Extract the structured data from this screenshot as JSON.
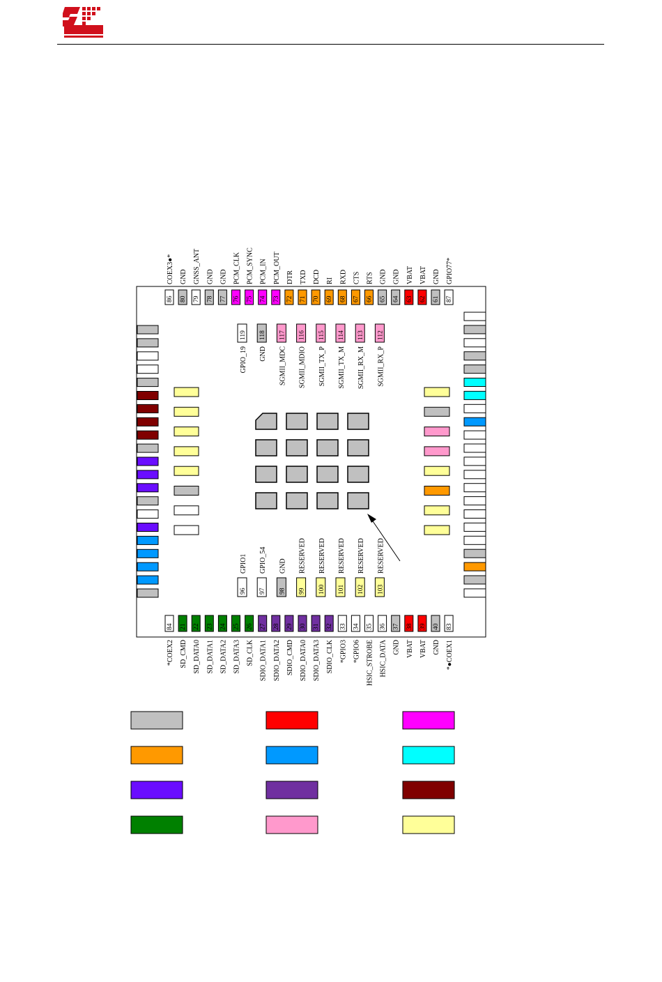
{
  "colors": {
    "gray": "#c0c0c0",
    "orange": "#ff9900",
    "violet": "#6a0dff",
    "green": "#008000",
    "red": "#ff0000",
    "blue": "#0099ff",
    "purple": "#7030a0",
    "pink": "#ff99cc",
    "magenta": "#ff00ff",
    "cyan": "#00ffff",
    "maroon": "#800000",
    "yellow": "#ffff99",
    "white": "#ffffff"
  },
  "top_pins": [
    {
      "num": "86",
      "name": "COEX3●*",
      "color": "white",
      "big": true
    },
    {
      "num": "80",
      "name": "GND",
      "color": "gray"
    },
    {
      "num": "79",
      "name": "GNSS_ANT",
      "color": "white"
    },
    {
      "num": "78",
      "name": "GND",
      "color": "gray"
    },
    {
      "num": "77",
      "name": "GND",
      "color": "gray"
    },
    {
      "num": "76",
      "name": "PCM_CLK",
      "color": "magenta"
    },
    {
      "num": "75",
      "name": "PCM_SYNC",
      "color": "magenta"
    },
    {
      "num": "74",
      "name": "PCM_IN",
      "color": "magenta"
    },
    {
      "num": "73",
      "name": "PCM_OUT",
      "color": "magenta"
    },
    {
      "num": "72",
      "name": "DTR",
      "color": "orange"
    },
    {
      "num": "71",
      "name": "TXD",
      "color": "orange"
    },
    {
      "num": "70",
      "name": "DCD",
      "color": "orange"
    },
    {
      "num": "69",
      "name": "RI",
      "color": "orange"
    },
    {
      "num": "68",
      "name": "RXD",
      "color": "orange"
    },
    {
      "num": "67",
      "name": "CTS",
      "color": "orange"
    },
    {
      "num": "66",
      "name": "RTS",
      "color": "orange"
    },
    {
      "num": "65",
      "name": "GND",
      "color": "gray"
    },
    {
      "num": "64",
      "name": "GND",
      "color": "gray"
    },
    {
      "num": "63",
      "name": "VBAT",
      "color": "red"
    },
    {
      "num": "62",
      "name": "VBAT",
      "color": "red"
    },
    {
      "num": "61",
      "name": "GND",
      "color": "gray"
    },
    {
      "num": "87",
      "name": "GPIO77*",
      "color": "white"
    }
  ],
  "bottom_pins": [
    {
      "num": "84",
      "name": "*COEX2",
      "color": "white"
    },
    {
      "num": "21",
      "name": "SD_CMD",
      "color": "green"
    },
    {
      "num": "22",
      "name": "SD_DATA0",
      "color": "green"
    },
    {
      "num": "23",
      "name": "SD_DATA1",
      "color": "green"
    },
    {
      "num": "24",
      "name": "SD_DATA2",
      "color": "green"
    },
    {
      "num": "25",
      "name": "SD_DATA3",
      "color": "green"
    },
    {
      "num": "26",
      "name": "SD_CLK",
      "color": "green"
    },
    {
      "num": "27",
      "name": "SDIO_DATA1",
      "color": "purple"
    },
    {
      "num": "28",
      "name": "SDIO_DATA2",
      "color": "purple"
    },
    {
      "num": "29",
      "name": "SDIO_CMD",
      "color": "purple"
    },
    {
      "num": "30",
      "name": "SDIO_DATA0",
      "color": "purple"
    },
    {
      "num": "31",
      "name": "SDIO_DATA3",
      "color": "purple"
    },
    {
      "num": "32",
      "name": "SDIO_CLK",
      "color": "purple"
    },
    {
      "num": "33",
      "name": "*GPIO3",
      "color": "white"
    },
    {
      "num": "34",
      "name": "*GPIO6",
      "color": "white"
    },
    {
      "num": "35",
      "name": "HSIC_STROBE",
      "color": "white"
    },
    {
      "num": "36",
      "name": "HSIC_DATA",
      "color": "white"
    },
    {
      "num": "37",
      "name": "GND",
      "color": "gray"
    },
    {
      "num": "38",
      "name": "VBAT",
      "color": "red"
    },
    {
      "num": "39",
      "name": "VBAT",
      "color": "red"
    },
    {
      "num": "40",
      "name": "GND",
      "color": "gray"
    },
    {
      "num": "83",
      "name": "*●COEX1",
      "color": "white"
    }
  ],
  "inner_top_pins": [
    {
      "num": "119",
      "name": "GPIO_19",
      "color": "white"
    },
    {
      "num": "118",
      "name": "GND",
      "color": "gray"
    },
    {
      "num": "117",
      "name": "SGMII_MDC",
      "color": "pink"
    },
    {
      "num": "116",
      "name": "SGMII_MDIO",
      "color": "pink"
    },
    {
      "num": "115",
      "name": "SGMII_TX_P",
      "color": "pink"
    },
    {
      "num": "114",
      "name": "SGMII_TX_M",
      "color": "pink"
    },
    {
      "num": "113",
      "name": "SGMII_RX_M",
      "color": "pink"
    },
    {
      "num": "112",
      "name": "SGMII_RX_P",
      "color": "pink"
    }
  ],
  "inner_bottom_pins": [
    {
      "num": "96",
      "name": "GPIO1",
      "color": "white"
    },
    {
      "num": "97",
      "name": "GPIO_54",
      "color": "white"
    },
    {
      "num": "98",
      "name": "GND",
      "color": "gray"
    },
    {
      "num": "99",
      "name": "RESERVED",
      "color": "yellow"
    },
    {
      "num": "100",
      "name": "RESERVED",
      "color": "yellow"
    },
    {
      "num": "101",
      "name": "RESERVED",
      "color": "yellow"
    },
    {
      "num": "102",
      "name": "RESERVED",
      "color": "yellow"
    },
    {
      "num": "103",
      "name": "RESERVED",
      "color": "yellow"
    }
  ],
  "left_pins": [
    "gray",
    "gray",
    "white",
    "white",
    "gray",
    "maroon",
    "maroon",
    "maroon",
    "maroon",
    "gray",
    "violet",
    "violet",
    "violet",
    "gray",
    "white",
    "violet",
    "blue",
    "blue",
    "blue",
    "blue",
    "gray"
  ],
  "right_pins": [
    "white",
    "gray",
    "white",
    "gray",
    "gray",
    "cyan",
    "cyan",
    "white",
    "blue",
    "white",
    "white",
    "white",
    "white",
    "white",
    "white",
    "white",
    "white",
    "white",
    "gray",
    "orange",
    "gray",
    "white"
  ],
  "inner_left_pins": [
    "yellow",
    "yellow",
    "yellow",
    "yellow",
    "yellow",
    "gray",
    "white",
    "white"
  ],
  "inner_right_pins": [
    "yellow",
    "gray",
    "pink",
    "pink",
    "yellow",
    "orange",
    "yellow",
    "yellow"
  ],
  "legend_rows": [
    [
      "gray",
      "red",
      "magenta"
    ],
    [
      "orange",
      "blue",
      "cyan"
    ],
    [
      "violet",
      "purple",
      "maroon"
    ],
    [
      "green",
      "pink",
      "yellow"
    ]
  ]
}
